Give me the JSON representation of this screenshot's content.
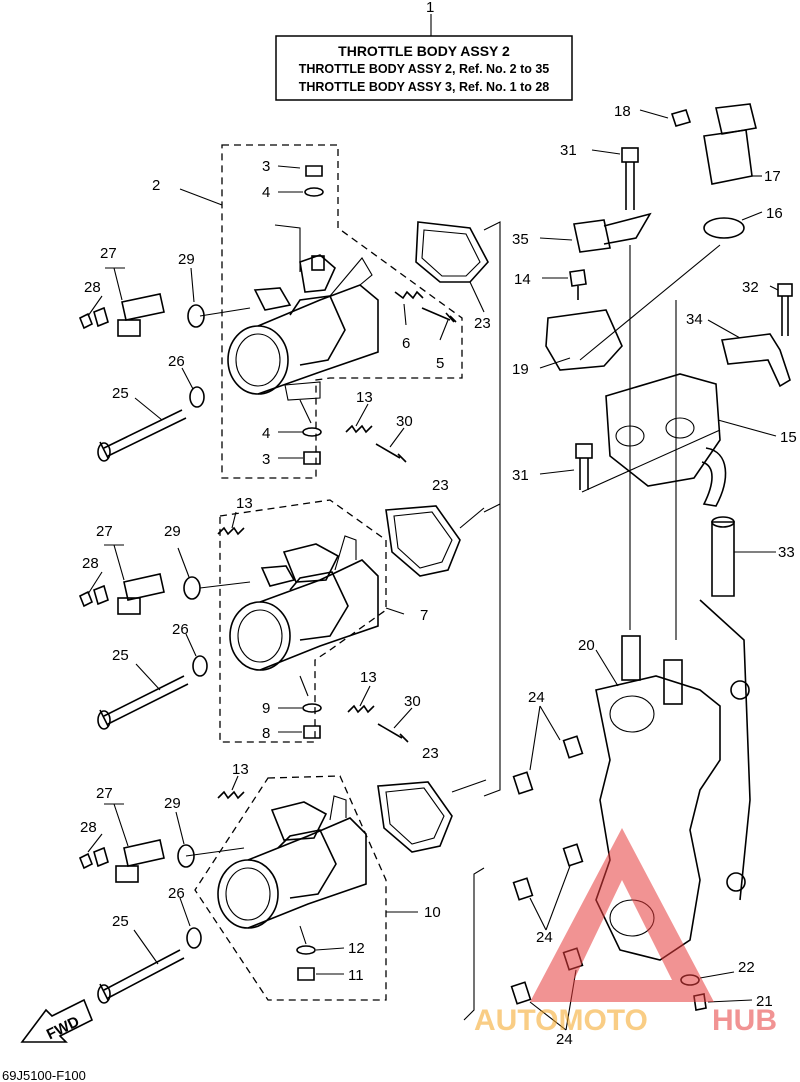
{
  "title_box": {
    "ref": "1",
    "line1": "THROTTLE  BODY ASSY 2",
    "line2": "THROTTLE BODY ASSY 2, Ref. No. 2 to 35",
    "line3": "THROTTLE BODY ASSY 3, Ref. No. 1 to 28"
  },
  "callouts": {
    "c2": "2",
    "c3a": "3",
    "c4a": "4",
    "c5": "5",
    "c6": "6",
    "c4b": "4",
    "c3b": "3",
    "c13a": "13",
    "c30a": "30",
    "c23a": "23",
    "c27a": "27",
    "c28a": "28",
    "c29a": "29",
    "c26a": "26",
    "c25a": "25",
    "c31a": "31",
    "c18": "18",
    "c17": "17",
    "c16": "16",
    "c35": "35",
    "c14": "14",
    "c32": "32",
    "c34": "34",
    "c19": "19",
    "c15": "15",
    "c31b": "31",
    "c33": "33",
    "c13b": "13",
    "c23b": "23",
    "c27b": "27",
    "c28b": "28",
    "c29b": "29",
    "c7": "7",
    "c26b": "26",
    "c25b": "25",
    "c13c": "13",
    "c30b": "30",
    "c9": "9",
    "c8": "8",
    "c20": "20",
    "c24a": "24",
    "c24b": "24",
    "c24c": "24",
    "c13d": "13",
    "c23c": "23",
    "c27c": "27",
    "c28c": "28",
    "c29c": "29",
    "c26c": "26",
    "c25c": "25",
    "c10": "10",
    "c12": "12",
    "c11": "11",
    "c22": "22",
    "c21": "21"
  },
  "fwd_label": "FWD",
  "diagram_code": "69J5100-F100",
  "watermark": {
    "text_left": "AUTOMOTO",
    "text_right": "HUB",
    "color_primary": "#e63b3b",
    "color_secondary": "#f5a623"
  }
}
